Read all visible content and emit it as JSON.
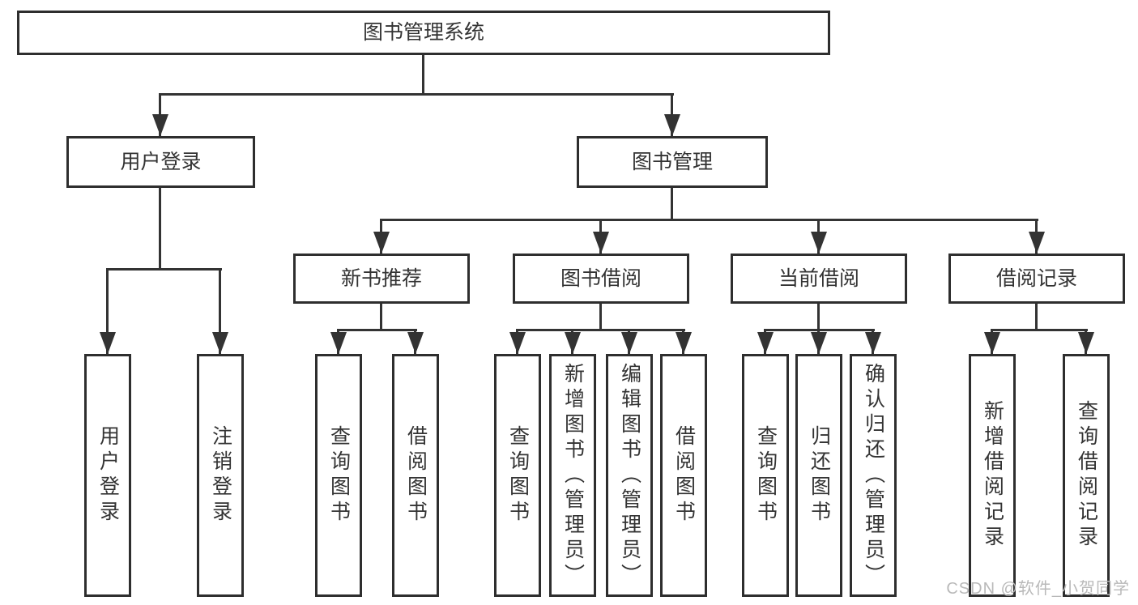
{
  "diagram": {
    "root": "图书管理系统",
    "level2": {
      "user_login": "用户登录",
      "book_mgmt": "图书管理"
    },
    "level3": {
      "new_book": "新书推荐",
      "book_borrow": "图书借阅",
      "current_borrow": "当前借阅",
      "borrow_record": "借阅记录"
    },
    "leaves": {
      "user_login_1": "用户登录",
      "user_logout": "注销登录",
      "nb_query": "查询图书",
      "nb_borrow": "借阅图书",
      "bb_query": "查询图书",
      "bb_add": "新增图书（管理员）",
      "bb_edit": "编辑图书（管理员）",
      "bb_borrow": "借阅图书",
      "cb_query": "查询图书",
      "cb_return": "归还图书",
      "cb_confirm": "确认归还（管理员）",
      "br_add": "新增借阅记录",
      "br_query": "查询借阅记录"
    }
  },
  "watermark": "CSDN @软件_小贺同学",
  "colors": {
    "line": "#333333",
    "box_border": "#2e2e2e",
    "text": "#333333",
    "watermark": "#b9b9b9",
    "background": "#ffffff"
  }
}
